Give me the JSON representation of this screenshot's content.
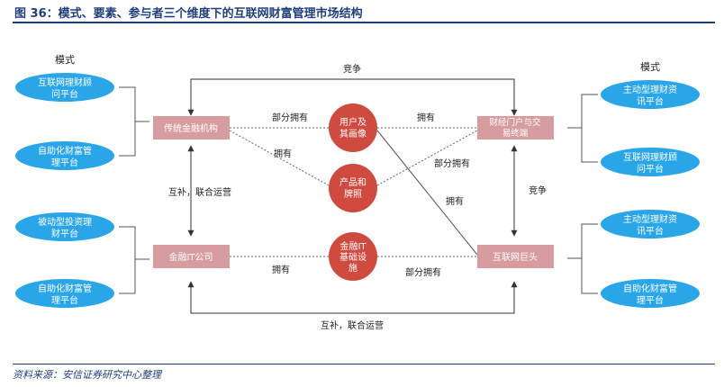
{
  "header": {
    "title": "图 36：模式、要素、参与者三个维度下的互联网财富管理市场结构"
  },
  "footer": {
    "source": "资料来源：安信证券研究中心整理"
  },
  "left_panel": {
    "label": "模式",
    "pills_top": [
      [
        "互联网理财顾",
        "问平台"
      ],
      [
        "自助化财富管",
        "理平台"
      ]
    ],
    "pills_bottom": [
      [
        "被动型投资理",
        "财平台"
      ],
      [
        "自助化财富管",
        "理平台"
      ]
    ]
  },
  "right_panel": {
    "label": "模式",
    "pills_top": [
      [
        "主动型理财资",
        "讯平台"
      ],
      [
        "互联网理财顾",
        "问平台"
      ]
    ],
    "pills_bottom": [
      [
        "主动型理财资",
        "讯平台"
      ],
      [
        "自助化财富管",
        "理平台"
      ]
    ]
  },
  "boxes": {
    "traditional": "传统金融机构",
    "it_company": "金融IT公司",
    "portal": [
      "财经门户与交",
      "易终端"
    ],
    "giant": "互联网巨头"
  },
  "circles": {
    "user": [
      "用户及",
      "其画像"
    ],
    "product": [
      "产品和",
      "牌照"
    ],
    "infra": [
      "金融IT",
      "基础设",
      "施"
    ]
  },
  "labels": {
    "compete_top": "竞争",
    "compete_right": "竞争",
    "complement_left": "互补，联合运营",
    "complement_bottom": "互补，联合运营",
    "partial_own_1": "部分拥有",
    "own_1": "拥有",
    "own_2": "拥有",
    "partial_own_2": "部分拥有",
    "own_3": "拥有",
    "own_4": "拥有",
    "partial_own_3": "部分拥有"
  },
  "colors": {
    "pill": "#2aa6e8",
    "box": "#d79ca0",
    "circle": "#cf4a3f",
    "title": "#1f3f7a"
  }
}
